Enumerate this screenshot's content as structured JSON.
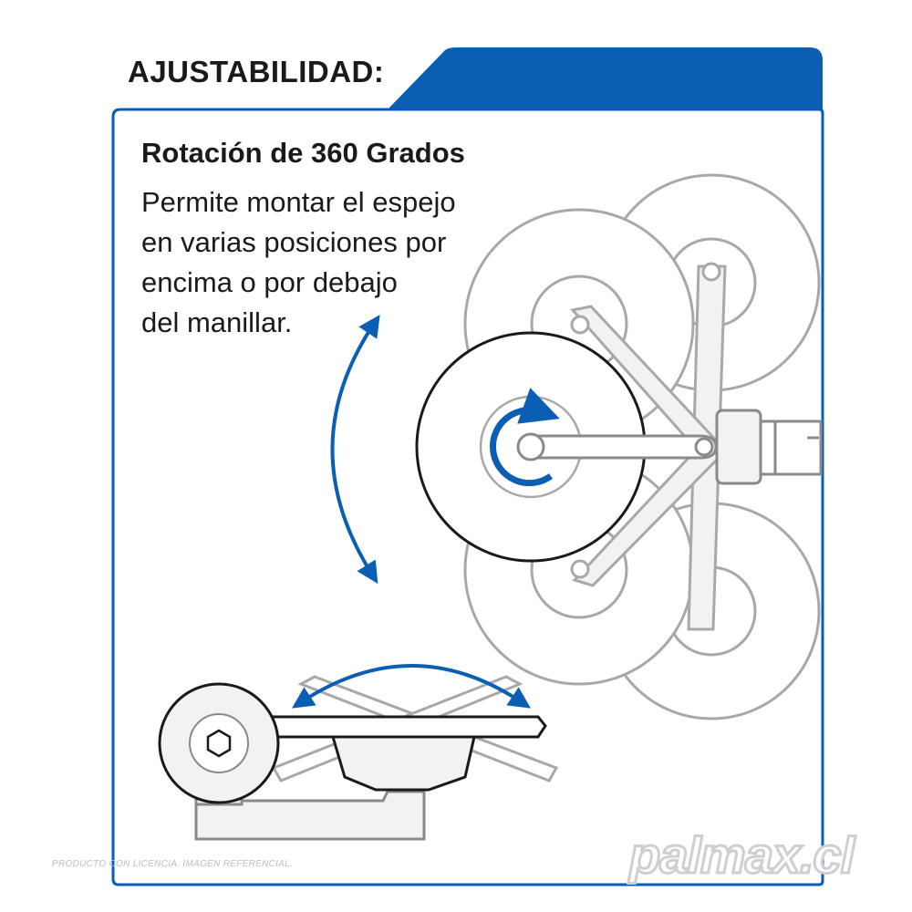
{
  "header": {
    "title": "AJUSTABILIDAD:"
  },
  "feature": {
    "title": "Rotación de 360 Grados",
    "description_lines": [
      "Permite montar el espejo",
      "en varias posiciones por",
      "encima o por debajo",
      "del manillar."
    ]
  },
  "footer": {
    "disclaimer": "PRODUCTO CON LICENCIA. IMAGEN REFERENCIAL.",
    "watermark": "palmax.cl"
  },
  "icons": {
    "rotation": "rotation-arrow-icon",
    "vertical": "vertical-double-arrow-icon",
    "horizontal": "horizontal-double-arrow-icon",
    "hex": "hex-socket-icon"
  },
  "colors": {
    "accent": "#0a5fb4",
    "text": "#1a1a1a",
    "ghost": "#9a9a9a"
  }
}
